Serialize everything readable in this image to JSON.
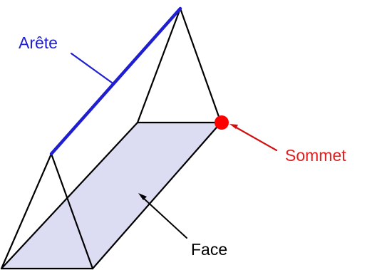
{
  "labels": {
    "edge": "Arête",
    "vertex": "Sommet",
    "face": "Face"
  },
  "colors": {
    "edge": "#1f1fd0",
    "vertex": "#ff0000",
    "vertex_label": "#e02020",
    "face_fill": "#dcdcf3",
    "outline": "#000000"
  }
}
